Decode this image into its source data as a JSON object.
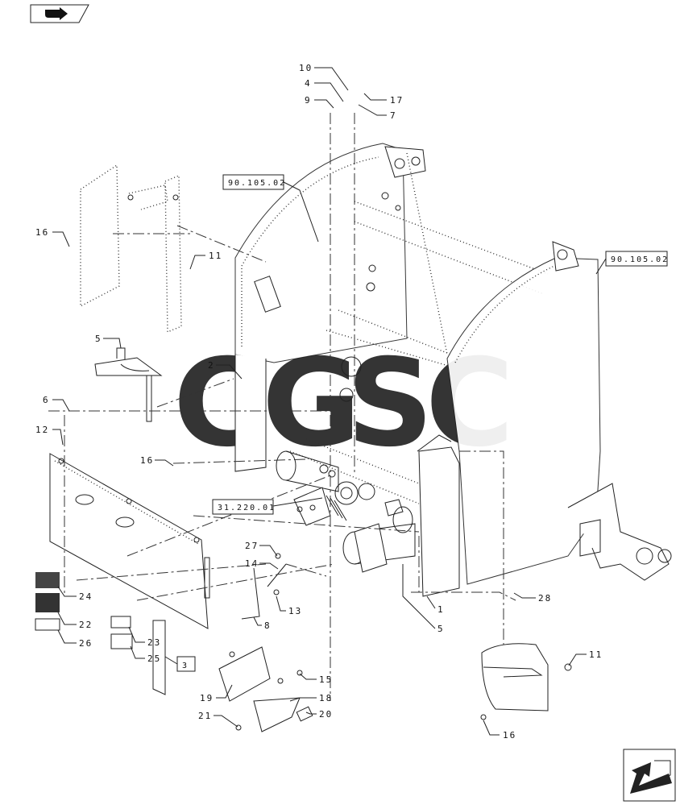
{
  "header_icon": "book-arrow-icon",
  "footer_icon": "next-arrow-icon",
  "watermark": {
    "text": "CGSC",
    "colors": [
      "#5b9bf0",
      "#ee6a6a",
      "#f4d055",
      "#5fb88a"
    ]
  },
  "reference_labels": [
    "90.105.02",
    "90.105.02",
    "31.220.01",
    "3"
  ],
  "callouts": [
    "10",
    "4",
    "9",
    "17",
    "7",
    "16",
    "11",
    "5",
    "2",
    "6",
    "12",
    "16",
    "27",
    "14",
    "13",
    "8",
    "24",
    "22",
    "26",
    "23",
    "25",
    "19",
    "21",
    "15",
    "18",
    "20",
    "1",
    "5",
    "28",
    "11",
    "16"
  ]
}
